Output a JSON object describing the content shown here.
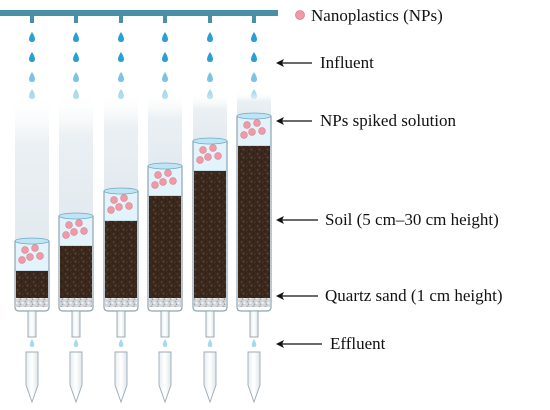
{
  "legend": {
    "marker_color": "#f09aa8",
    "label": "Nanoplastics (NPs)"
  },
  "labels": {
    "influent": "Influent",
    "spiked_solution": "NPs spiked solution",
    "soil": "Soil (5 cm–30 cm height)",
    "quartz": "Quartz sand (1 cm height)",
    "effluent": "Effluent"
  },
  "colors": {
    "pipe": "#4a8fa8",
    "drop_dark": "#2a9fd6",
    "drop_light": "#a7d8ee",
    "soil": "#3c2a1e",
    "nanoplastic": "#f09aa8",
    "solution": "#e2f3fb",
    "column_glass": "#dfe8ee"
  },
  "columns": {
    "count": 6,
    "soil_heights_cm": [
      5,
      10,
      15,
      20,
      25,
      30
    ],
    "quartz_height_cm": 1
  }
}
